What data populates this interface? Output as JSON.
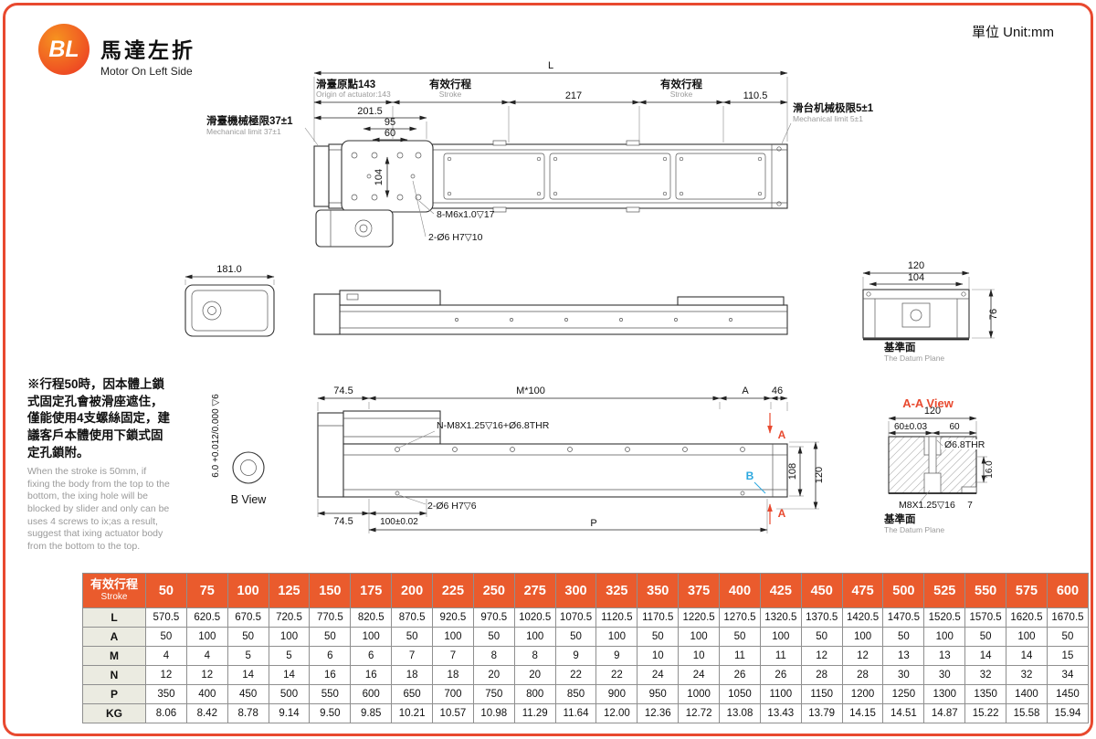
{
  "page": {
    "unit": "單位 Unit:mm",
    "logo_text": "BL",
    "title_zh": "馬達左折",
    "title_en": "Motor On Left Side",
    "accent_color": "#E8492F",
    "table_header_color": "#EA5B2D"
  },
  "note": {
    "zh": "※行程50時，因本體上鎖式固定孔會被滑座遮住，僅能使用4支螺絲固定，建議客戶本體使用下鎖式固定孔鎖附。",
    "en": "When the stroke is 50mm, if fixing the body from the top to the bottom, the ixing hole will be blocked by slider and only can be uses 4 screws to ix;as a result, suggest that ixing actuator body from the bottom to the top."
  },
  "top_view": {
    "dim_total": "L",
    "origin_zh": "滑臺原點143",
    "origin_en": "Origin of actuator:143",
    "stroke_zh": "有效行程",
    "stroke_en": "Stroke",
    "dim_217": "217",
    "dim_110_5": "110.5",
    "dim_201_5": "201.5",
    "dim_95": "95",
    "dim_60": "60",
    "dim_104": "104",
    "limit_left_zh": "滑臺機械極限37±1",
    "limit_left_en": "Mechanical limit 37±1",
    "limit_right_zh": "滑台机械极限5±1",
    "limit_right_en": "Mechanical limit 5±1",
    "callout_screws": "8-M6x1.0▽17",
    "callout_pins": "2-Ø6 H7▽10"
  },
  "motor_end_view": {
    "dim_181": "181.0"
  },
  "datum_end_view": {
    "dim_120": "120",
    "dim_104": "104",
    "dim_76": "76",
    "datum_zh": "基準面",
    "datum_en": "The Datum Plane"
  },
  "b_view": {
    "label": "B View",
    "dim_tol": "6.0 +0.012/0.000 ▽6"
  },
  "front_view": {
    "dim_74_5_top": "74.5",
    "dim_pitch": "M*100",
    "dim_A": "A",
    "dim_46": "46",
    "callout_holes": "N-M8X1.25▽16+Ø6.8THR",
    "section_label": "A",
    "b_marker": "B",
    "dim_108": "108",
    "dim_120": "120",
    "dim_74_5_bottom": "74.5",
    "dim_100_tol": "100±0.02",
    "callout_pins": "2-Ø6 H7▽6",
    "dim_P": "P"
  },
  "aa_view": {
    "title": "A-A View",
    "dim_120": "120",
    "dim_60_tol": "60±0.03",
    "dim_60": "60",
    "callout_thr": "Ø6.8THR",
    "dim_16": "16.0",
    "callout_m8": "M8X1.25▽16",
    "dim_7": "7",
    "datum_zh": "基準面",
    "datum_en": "The Datum Plane"
  },
  "table": {
    "header_zh": "有效行程",
    "header_en": "Stroke",
    "strokes": [
      "50",
      "75",
      "100",
      "125",
      "150",
      "175",
      "200",
      "225",
      "250",
      "275",
      "300",
      "325",
      "350",
      "375",
      "400",
      "425",
      "450",
      "475",
      "500",
      "525",
      "550",
      "575",
      "600"
    ],
    "rows": [
      {
        "label": "L",
        "values": [
          "570.5",
          "620.5",
          "670.5",
          "720.5",
          "770.5",
          "820.5",
          "870.5",
          "920.5",
          "970.5",
          "1020.5",
          "1070.5",
          "1120.5",
          "1170.5",
          "1220.5",
          "1270.5",
          "1320.5",
          "1370.5",
          "1420.5",
          "1470.5",
          "1520.5",
          "1570.5",
          "1620.5",
          "1670.5"
        ]
      },
      {
        "label": "A",
        "values": [
          "50",
          "100",
          "50",
          "100",
          "50",
          "100",
          "50",
          "100",
          "50",
          "100",
          "50",
          "100",
          "50",
          "100",
          "50",
          "100",
          "50",
          "100",
          "50",
          "100",
          "50",
          "100",
          "50"
        ]
      },
      {
        "label": "M",
        "values": [
          "4",
          "4",
          "5",
          "5",
          "6",
          "6",
          "7",
          "7",
          "8",
          "8",
          "9",
          "9",
          "10",
          "10",
          "11",
          "11",
          "12",
          "12",
          "13",
          "13",
          "14",
          "14",
          "15"
        ]
      },
      {
        "label": "N",
        "values": [
          "12",
          "12",
          "14",
          "14",
          "16",
          "16",
          "18",
          "18",
          "20",
          "20",
          "22",
          "22",
          "24",
          "24",
          "26",
          "26",
          "28",
          "28",
          "30",
          "30",
          "32",
          "32",
          "34"
        ]
      },
      {
        "label": "P",
        "values": [
          "350",
          "400",
          "450",
          "500",
          "550",
          "600",
          "650",
          "700",
          "750",
          "800",
          "850",
          "900",
          "950",
          "1000",
          "1050",
          "1100",
          "1150",
          "1200",
          "1250",
          "1300",
          "1350",
          "1400",
          "1450"
        ]
      },
      {
        "label": "KG",
        "values": [
          "8.06",
          "8.42",
          "8.78",
          "9.14",
          "9.50",
          "9.85",
          "10.21",
          "10.57",
          "10.98",
          "11.29",
          "11.64",
          "12.00",
          "12.36",
          "12.72",
          "13.08",
          "13.43",
          "13.79",
          "14.15",
          "14.51",
          "14.87",
          "15.22",
          "15.58",
          "15.94"
        ]
      }
    ]
  }
}
